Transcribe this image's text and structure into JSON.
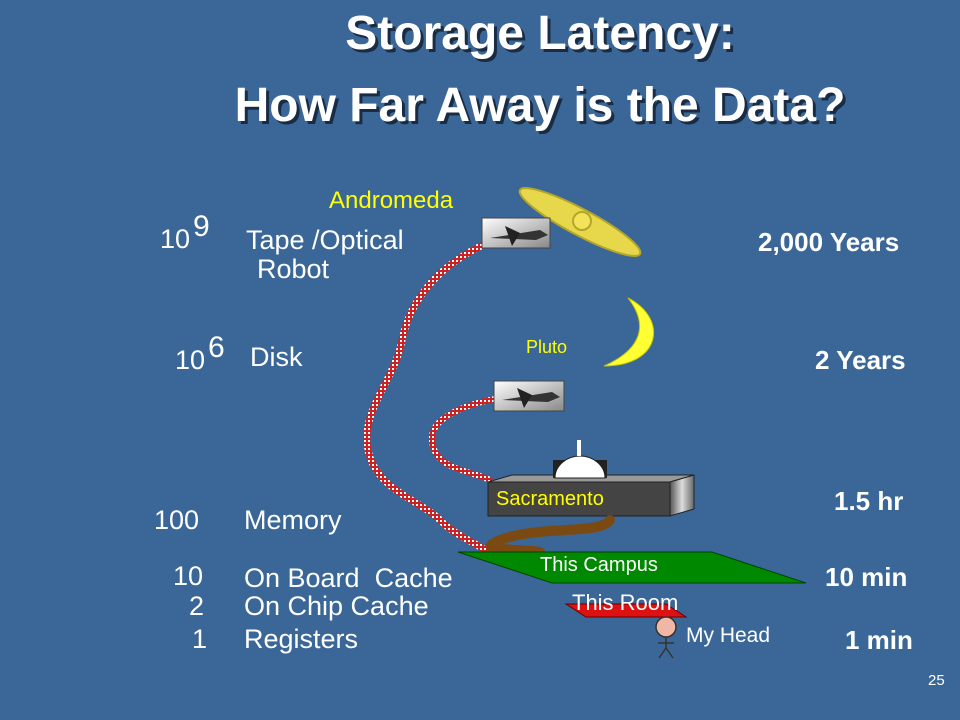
{
  "title": {
    "line1": "Storage Latency:",
    "line2": "How Far Away is the Data?"
  },
  "levels": [
    {
      "exp_base": "10",
      "exp_power": "9",
      "label_line1": "Tape /Optical",
      "label_line2": "Robot",
      "time": "2,000 Years"
    },
    {
      "exp_base": "10",
      "exp_power": "6",
      "label": "Disk",
      "time": "2 Years"
    },
    {
      "value": "100",
      "label": "Memory",
      "time": "1.5 hr"
    },
    {
      "value": "10",
      "label": "On Board  Cache",
      "time": "10 min"
    },
    {
      "value": "2",
      "label": "On Chip Cache"
    },
    {
      "value": "1",
      "label": "Registers",
      "time": "1 min"
    }
  ],
  "places": {
    "andromeda": "Andromeda",
    "pluto": "Pluto",
    "sacramento": "Sacramento",
    "campus": "This Campus",
    "room": "This Room",
    "head": "My Head"
  },
  "colors": {
    "background": "#3a6797",
    "accent_yellow": "#ffff00",
    "campus_green": "#008800",
    "room_red": "#dd1111",
    "path_red": "#cc2222"
  },
  "slide_number": "25"
}
